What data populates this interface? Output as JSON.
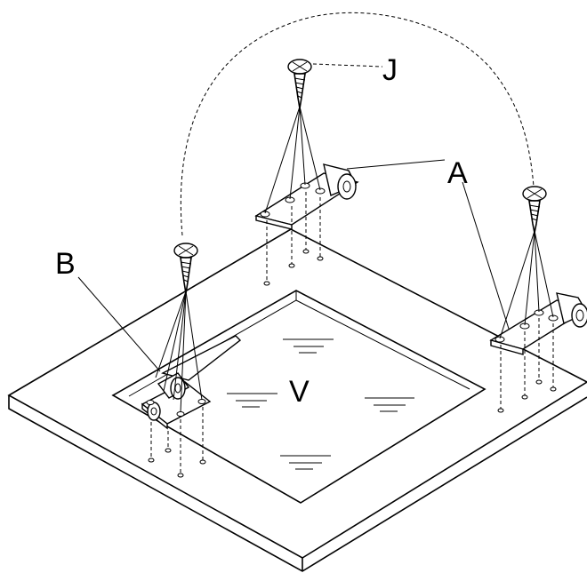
{
  "labels": {
    "screw": "J",
    "hinge": "A",
    "catch": "B",
    "opening": "V"
  }
}
